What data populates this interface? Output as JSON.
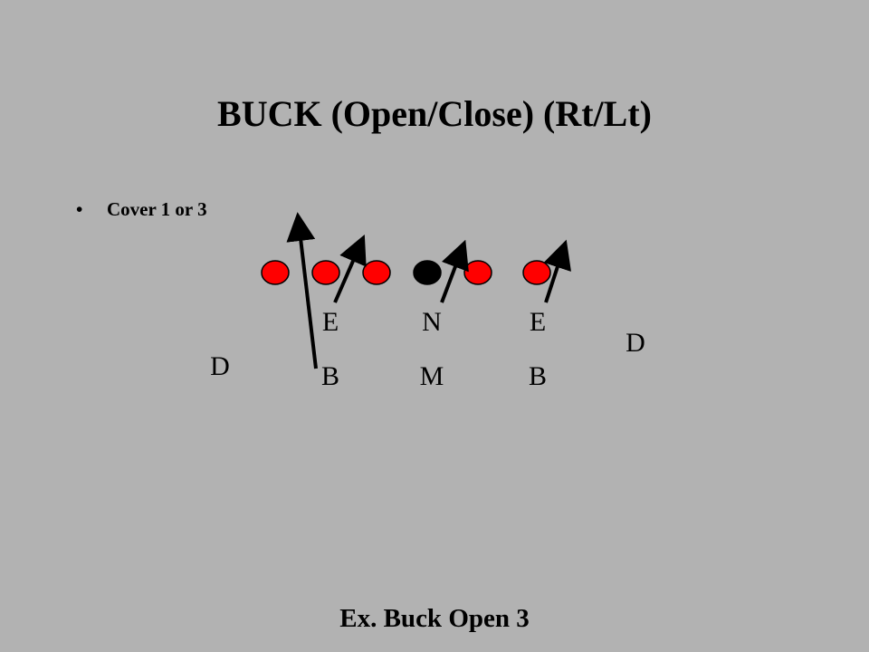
{
  "slide": {
    "title": "BUCK (Open/Close) (Rt/Lt)",
    "bullet": {
      "marker": "•",
      "text": "Cover 1 or 3"
    },
    "footer": "Ex. Buck Open 3"
  },
  "diagram": {
    "offense": {
      "player_color": "#ff0000",
      "center_color": "#000000",
      "count_left_of_center": 3,
      "count_right_of_center": 2
    },
    "defense": {
      "line": [
        "E",
        "N",
        "E"
      ],
      "linebackers": [
        "B",
        "M",
        "B"
      ],
      "deep_left": "D",
      "deep_right": "D"
    },
    "colors": {
      "background": "#b2b2b2",
      "arrow": "#000000"
    }
  }
}
